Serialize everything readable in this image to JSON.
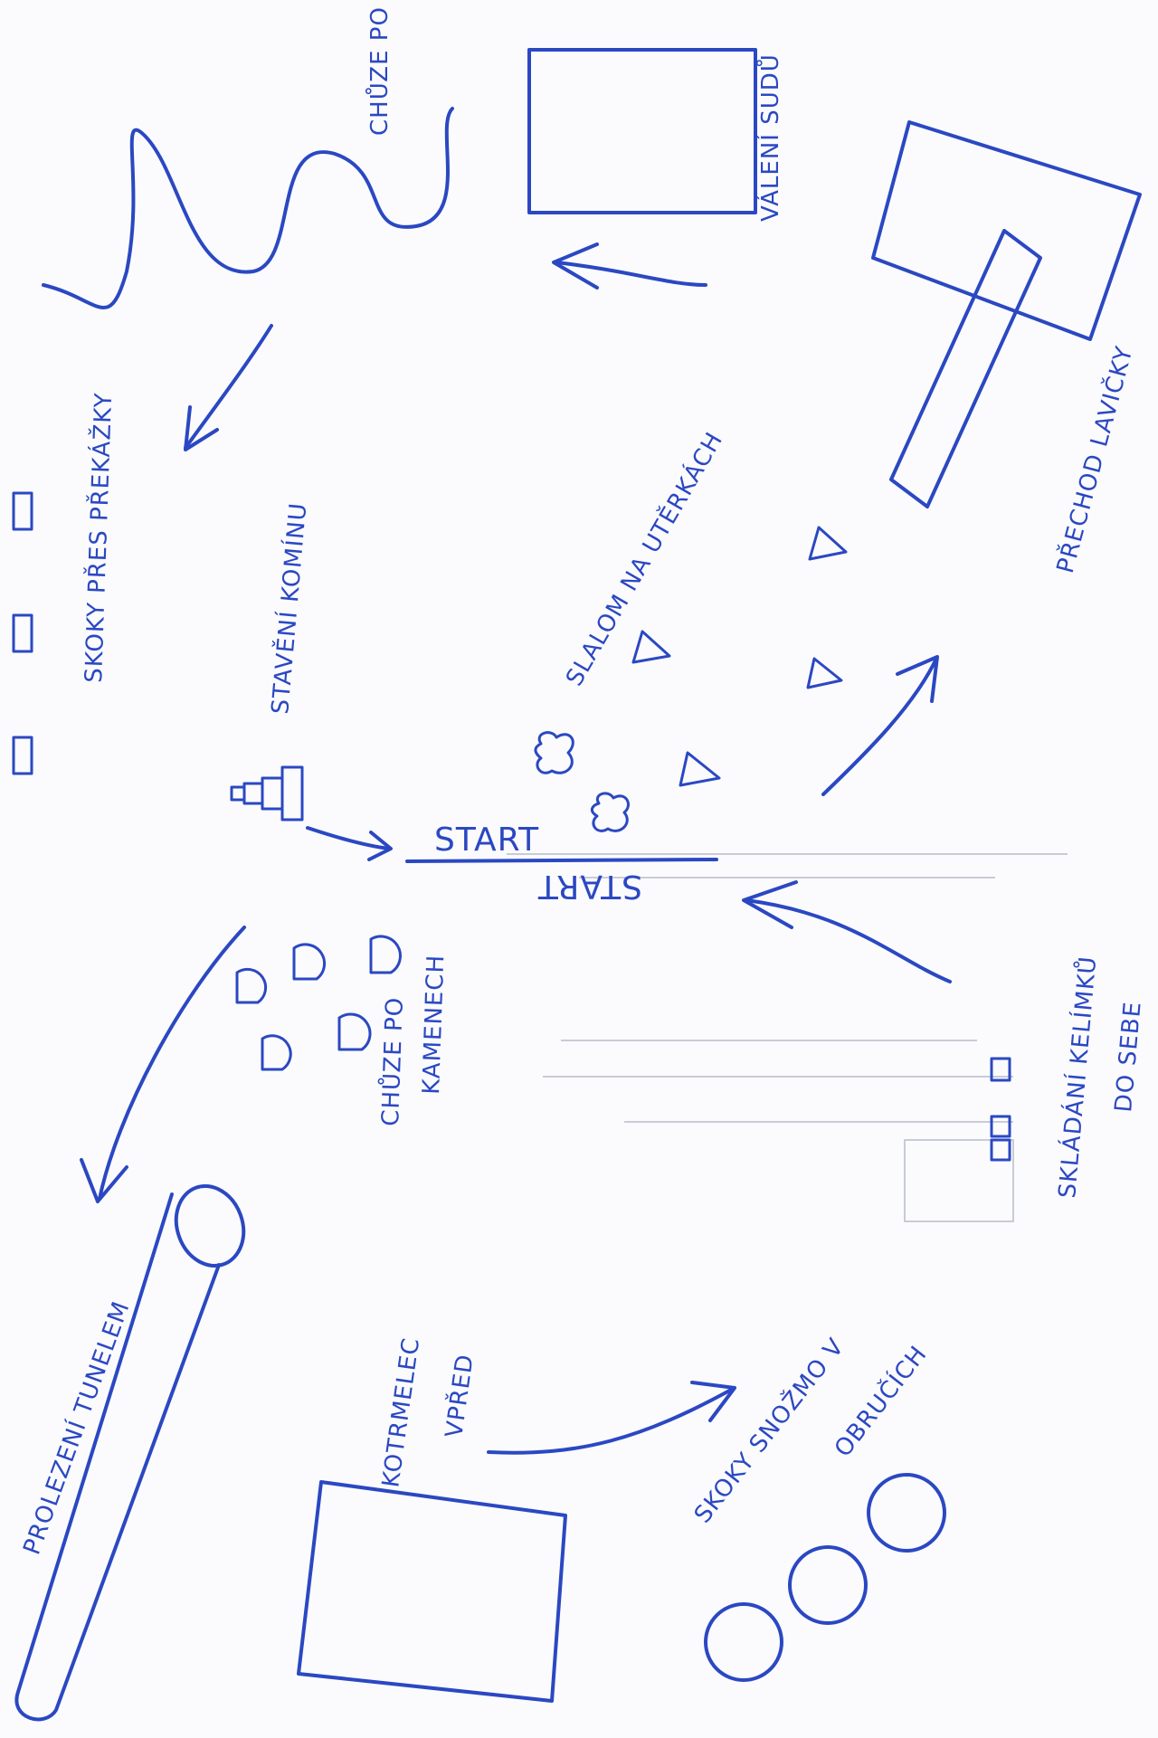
{
  "colors": {
    "ink": "#2b48c2",
    "paper": "#fbfbfd"
  },
  "diagram": {
    "start_top": "START",
    "start_bottom": "START",
    "stations": {
      "chuze_po_care": "CHŮZE PO ČÁŘE",
      "valeni_sudu": "VÁLENÍ SUDŮ",
      "prechod_lavicky": "PŘECHOD LAVIČKY",
      "slalom": "SLALOM NA UTĚRKÁCH",
      "staveni_kominu": "STAVĚNÍ KOMÍNU",
      "skoky_pres_prekazky": "SKOKY PŘES PŘEKÁŽKY",
      "skladani_kelimku_line1": "SKLÁDÁNÍ KELÍMKŮ",
      "skladani_kelimku_line2": "DO SEBE",
      "chuze_po_kamenech_line1": "CHŮZE PO",
      "chuze_po_kamenech_line2": "KAMENECH",
      "prolezeni_tunelem": "PROLEZENÍ TUNELEM",
      "kotrmelec_line1": "KOTRMELEC",
      "kotrmelec_line2": "VPŘED",
      "skoky_snozmo_line1": "SKOKY SNOŽMO V",
      "skoky_snozmo_line2": "OBRUČÍCH"
    }
  }
}
